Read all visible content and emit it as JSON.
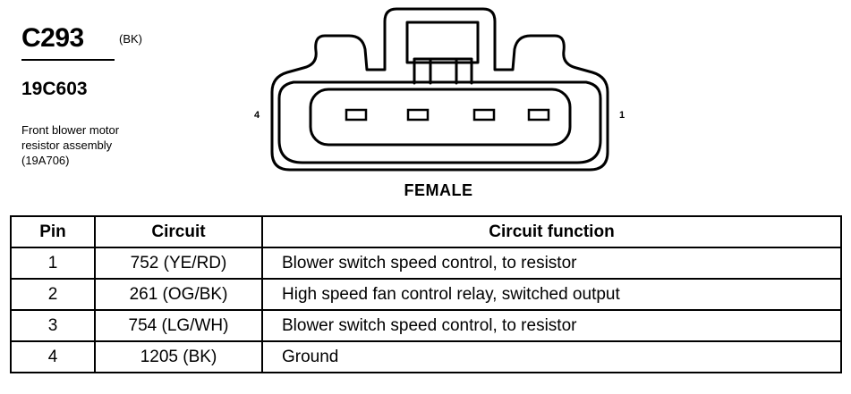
{
  "connector": {
    "id": "C293",
    "color": "(BK)",
    "part_number": "19C603",
    "description_lines": [
      "Front blower motor",
      "resistor assembly",
      "(19A706)"
    ],
    "gender": "FEMALE",
    "pin_left": "4",
    "pin_right": "1"
  },
  "table": {
    "headers": [
      "Pin",
      "Circuit",
      "Circuit function"
    ],
    "rows": [
      [
        "1",
        "752 (YE/RD)",
        "Blower switch speed control, to resistor"
      ],
      [
        "2",
        "261 (OG/BK)",
        "High speed fan control relay, switched output"
      ],
      [
        "3",
        "754 (LG/WH)",
        "Blower switch speed control, to resistor"
      ],
      [
        "4",
        "1205 (BK)",
        "Ground"
      ]
    ]
  }
}
